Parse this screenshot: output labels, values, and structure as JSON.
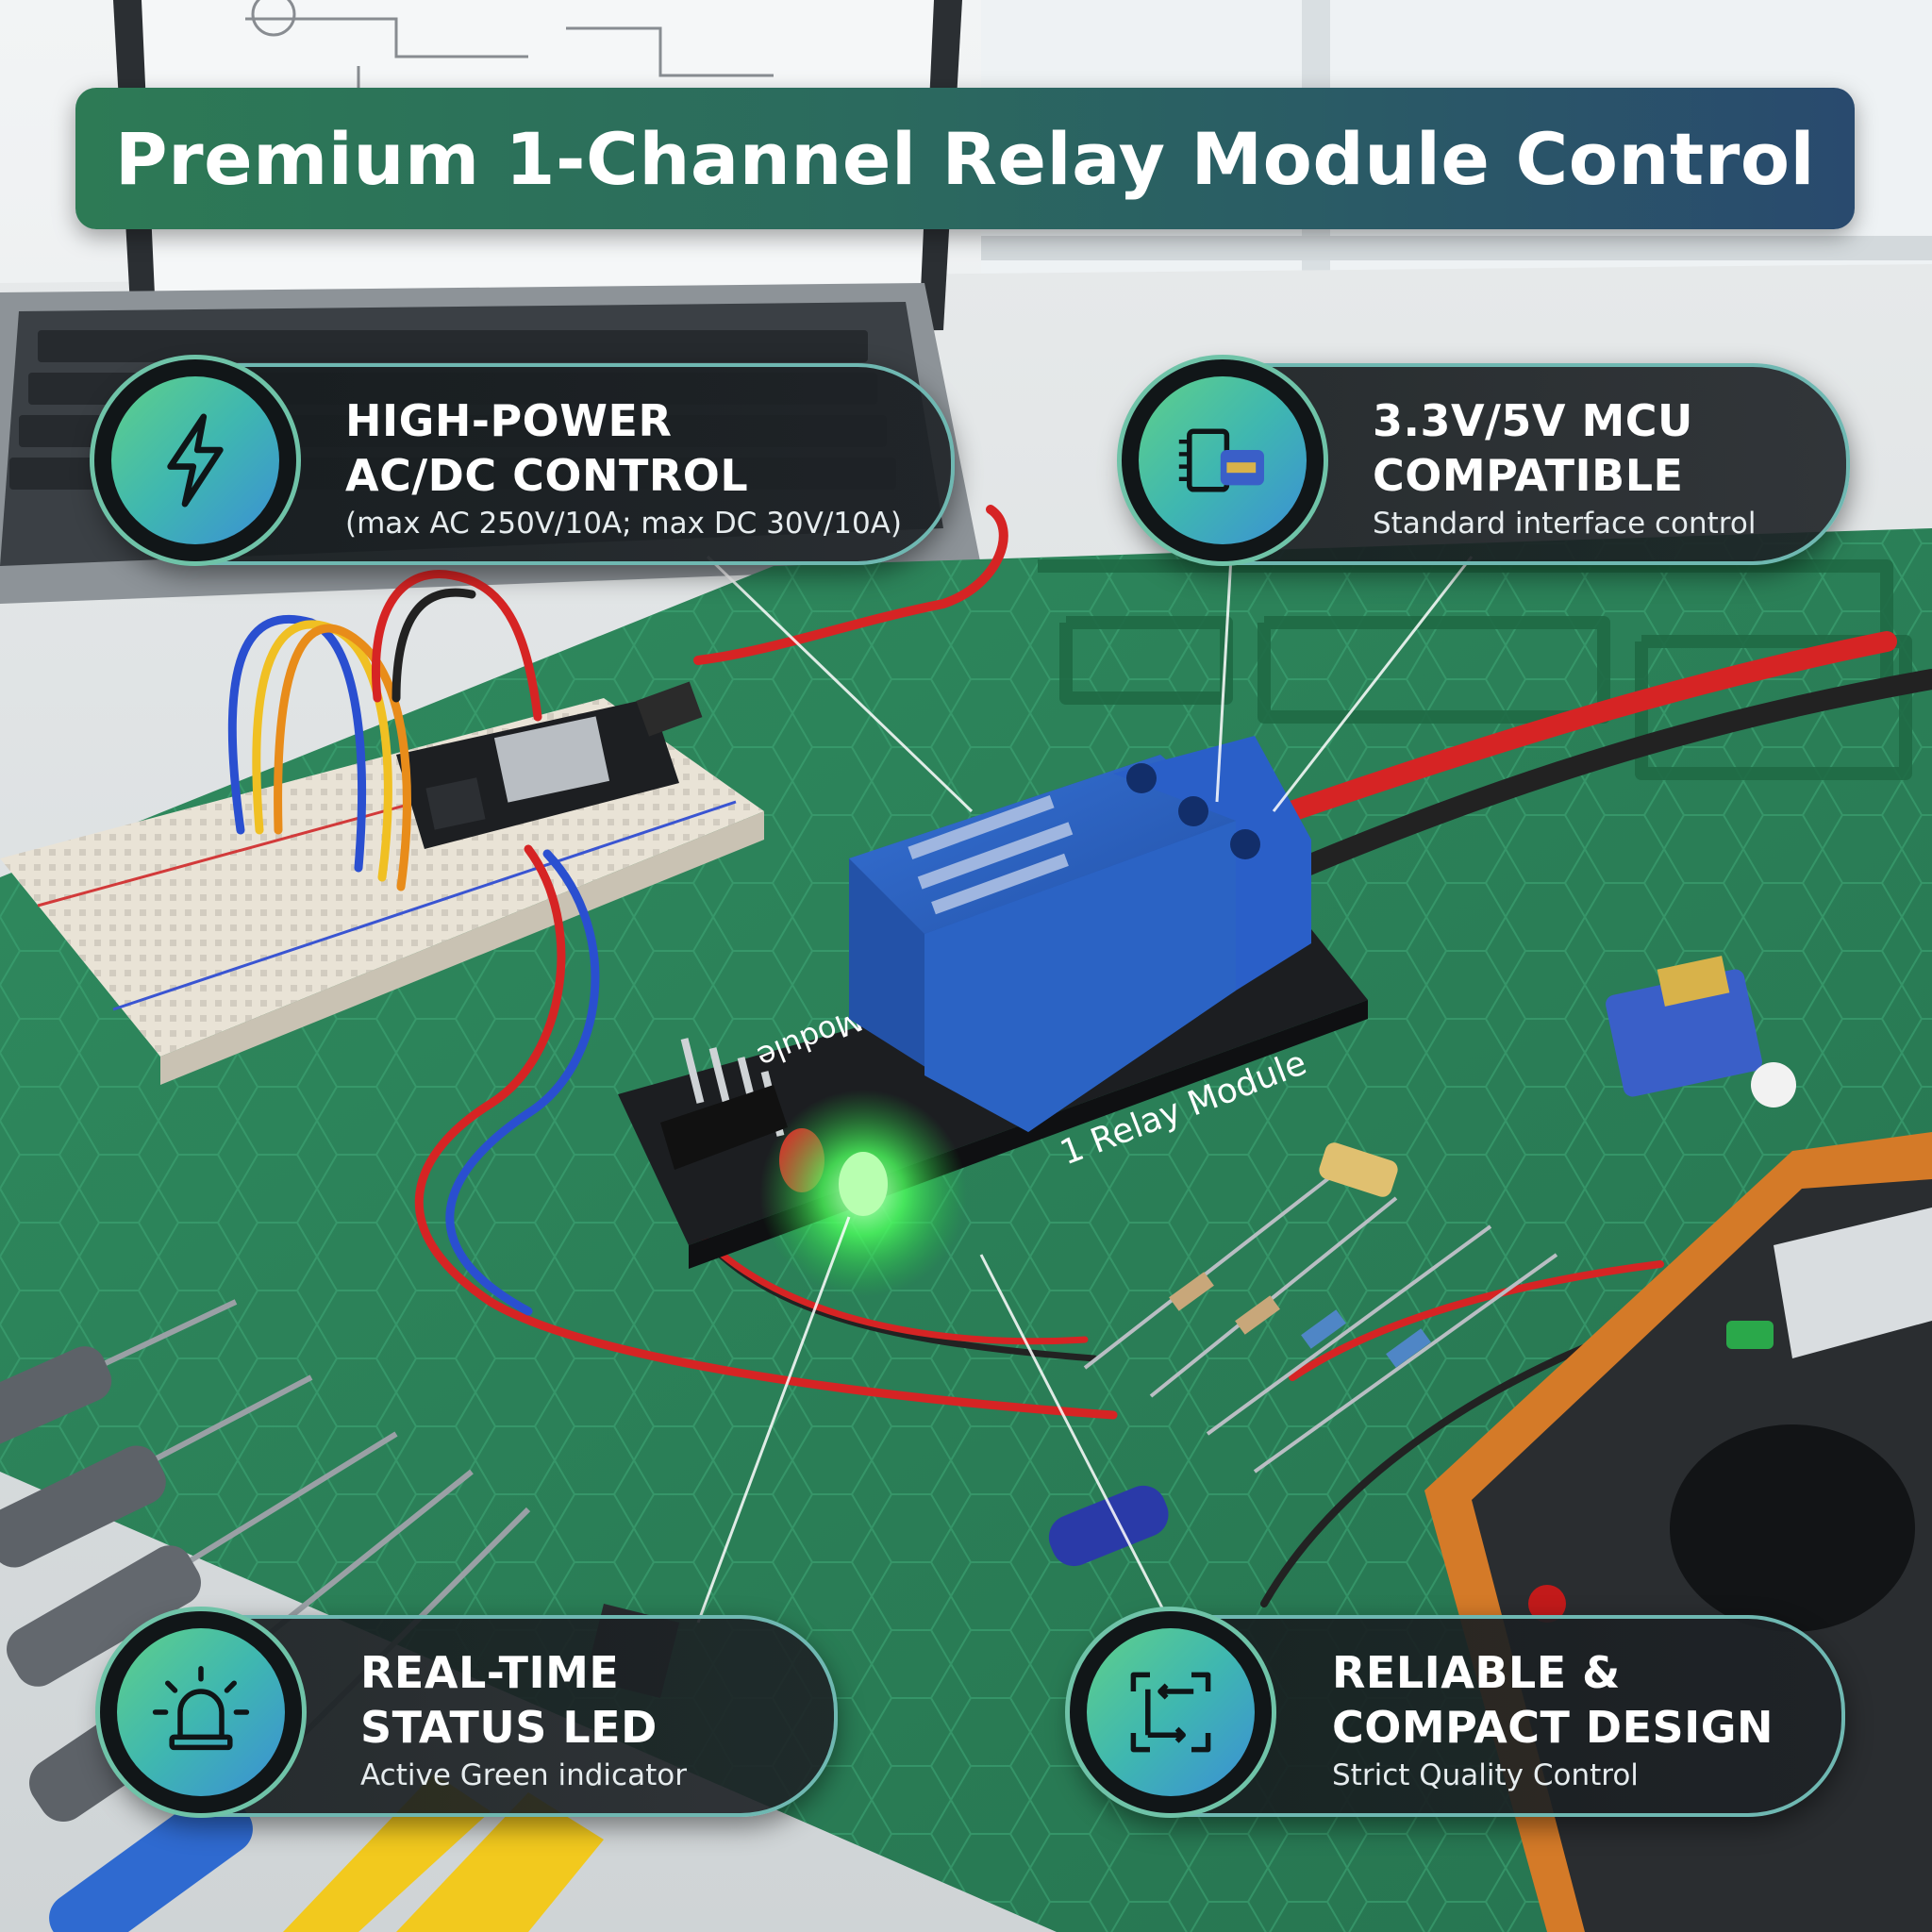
{
  "title": "Premium 1-Channel Relay Module Control",
  "board_label": "1 Relay Module",
  "board_label_side": "Module",
  "callouts": {
    "high_power": {
      "line1": "HIGH-POWER",
      "line2": "AC/DC CONTROL",
      "sub": "(max AC 250V/10A; max DC 30V/10A)",
      "icon": "lightning-bolt-icon"
    },
    "mcu": {
      "line1": "3.3V/5V MCU",
      "line2": "COMPATIBLE",
      "sub": "Standard interface control",
      "icon": "chip-servo-icon"
    },
    "status_led": {
      "line1": "REAL-TIME",
      "line2": "STATUS LED",
      "sub": "Active Green indicator",
      "icon": "beacon-light-icon"
    },
    "design": {
      "line1": "RELIABLE &",
      "line2": "COMPACT DESIGN",
      "sub": "Strict Quality Control",
      "icon": "compact-frame-icon"
    }
  },
  "colors": {
    "mat_green": "#2f8a5e",
    "relay_blue": "#2a5fc0",
    "led_green": "#3cff5a",
    "led_red": "#e02a2a",
    "accent_teal": "#6fb8b2"
  }
}
